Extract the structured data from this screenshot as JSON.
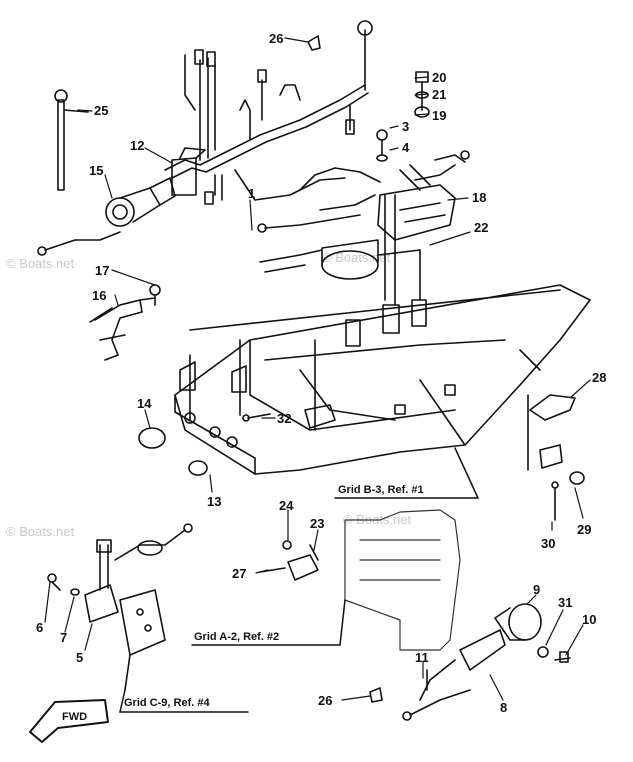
{
  "watermark": "© Boats.net",
  "fwd_label": "FWD",
  "callouts": {
    "p1": "1",
    "p3": "3",
    "p4": "4",
    "p5": "5",
    "p6": "6",
    "p7": "7",
    "p8": "8",
    "p9": "9",
    "p10": "10",
    "p11": "11",
    "p12": "12",
    "p13": "13",
    "p14": "14",
    "p15": "15",
    "p16": "16",
    "p17": "17",
    "p18": "18",
    "p19": "19",
    "p20": "20",
    "p21": "21",
    "p22": "22",
    "p23": "23",
    "p24": "24",
    "p25": "25",
    "p26a": "26",
    "p26b": "26",
    "p27": "27",
    "p28": "28",
    "p29": "29",
    "p30": "30",
    "p31": "31",
    "p32": "32"
  },
  "references": {
    "grid_b3": "Grid B-3, Ref. #1",
    "grid_a2": "Grid A-2, Ref. #2",
    "grid_c9": "Grid C-9, Ref. #4"
  }
}
